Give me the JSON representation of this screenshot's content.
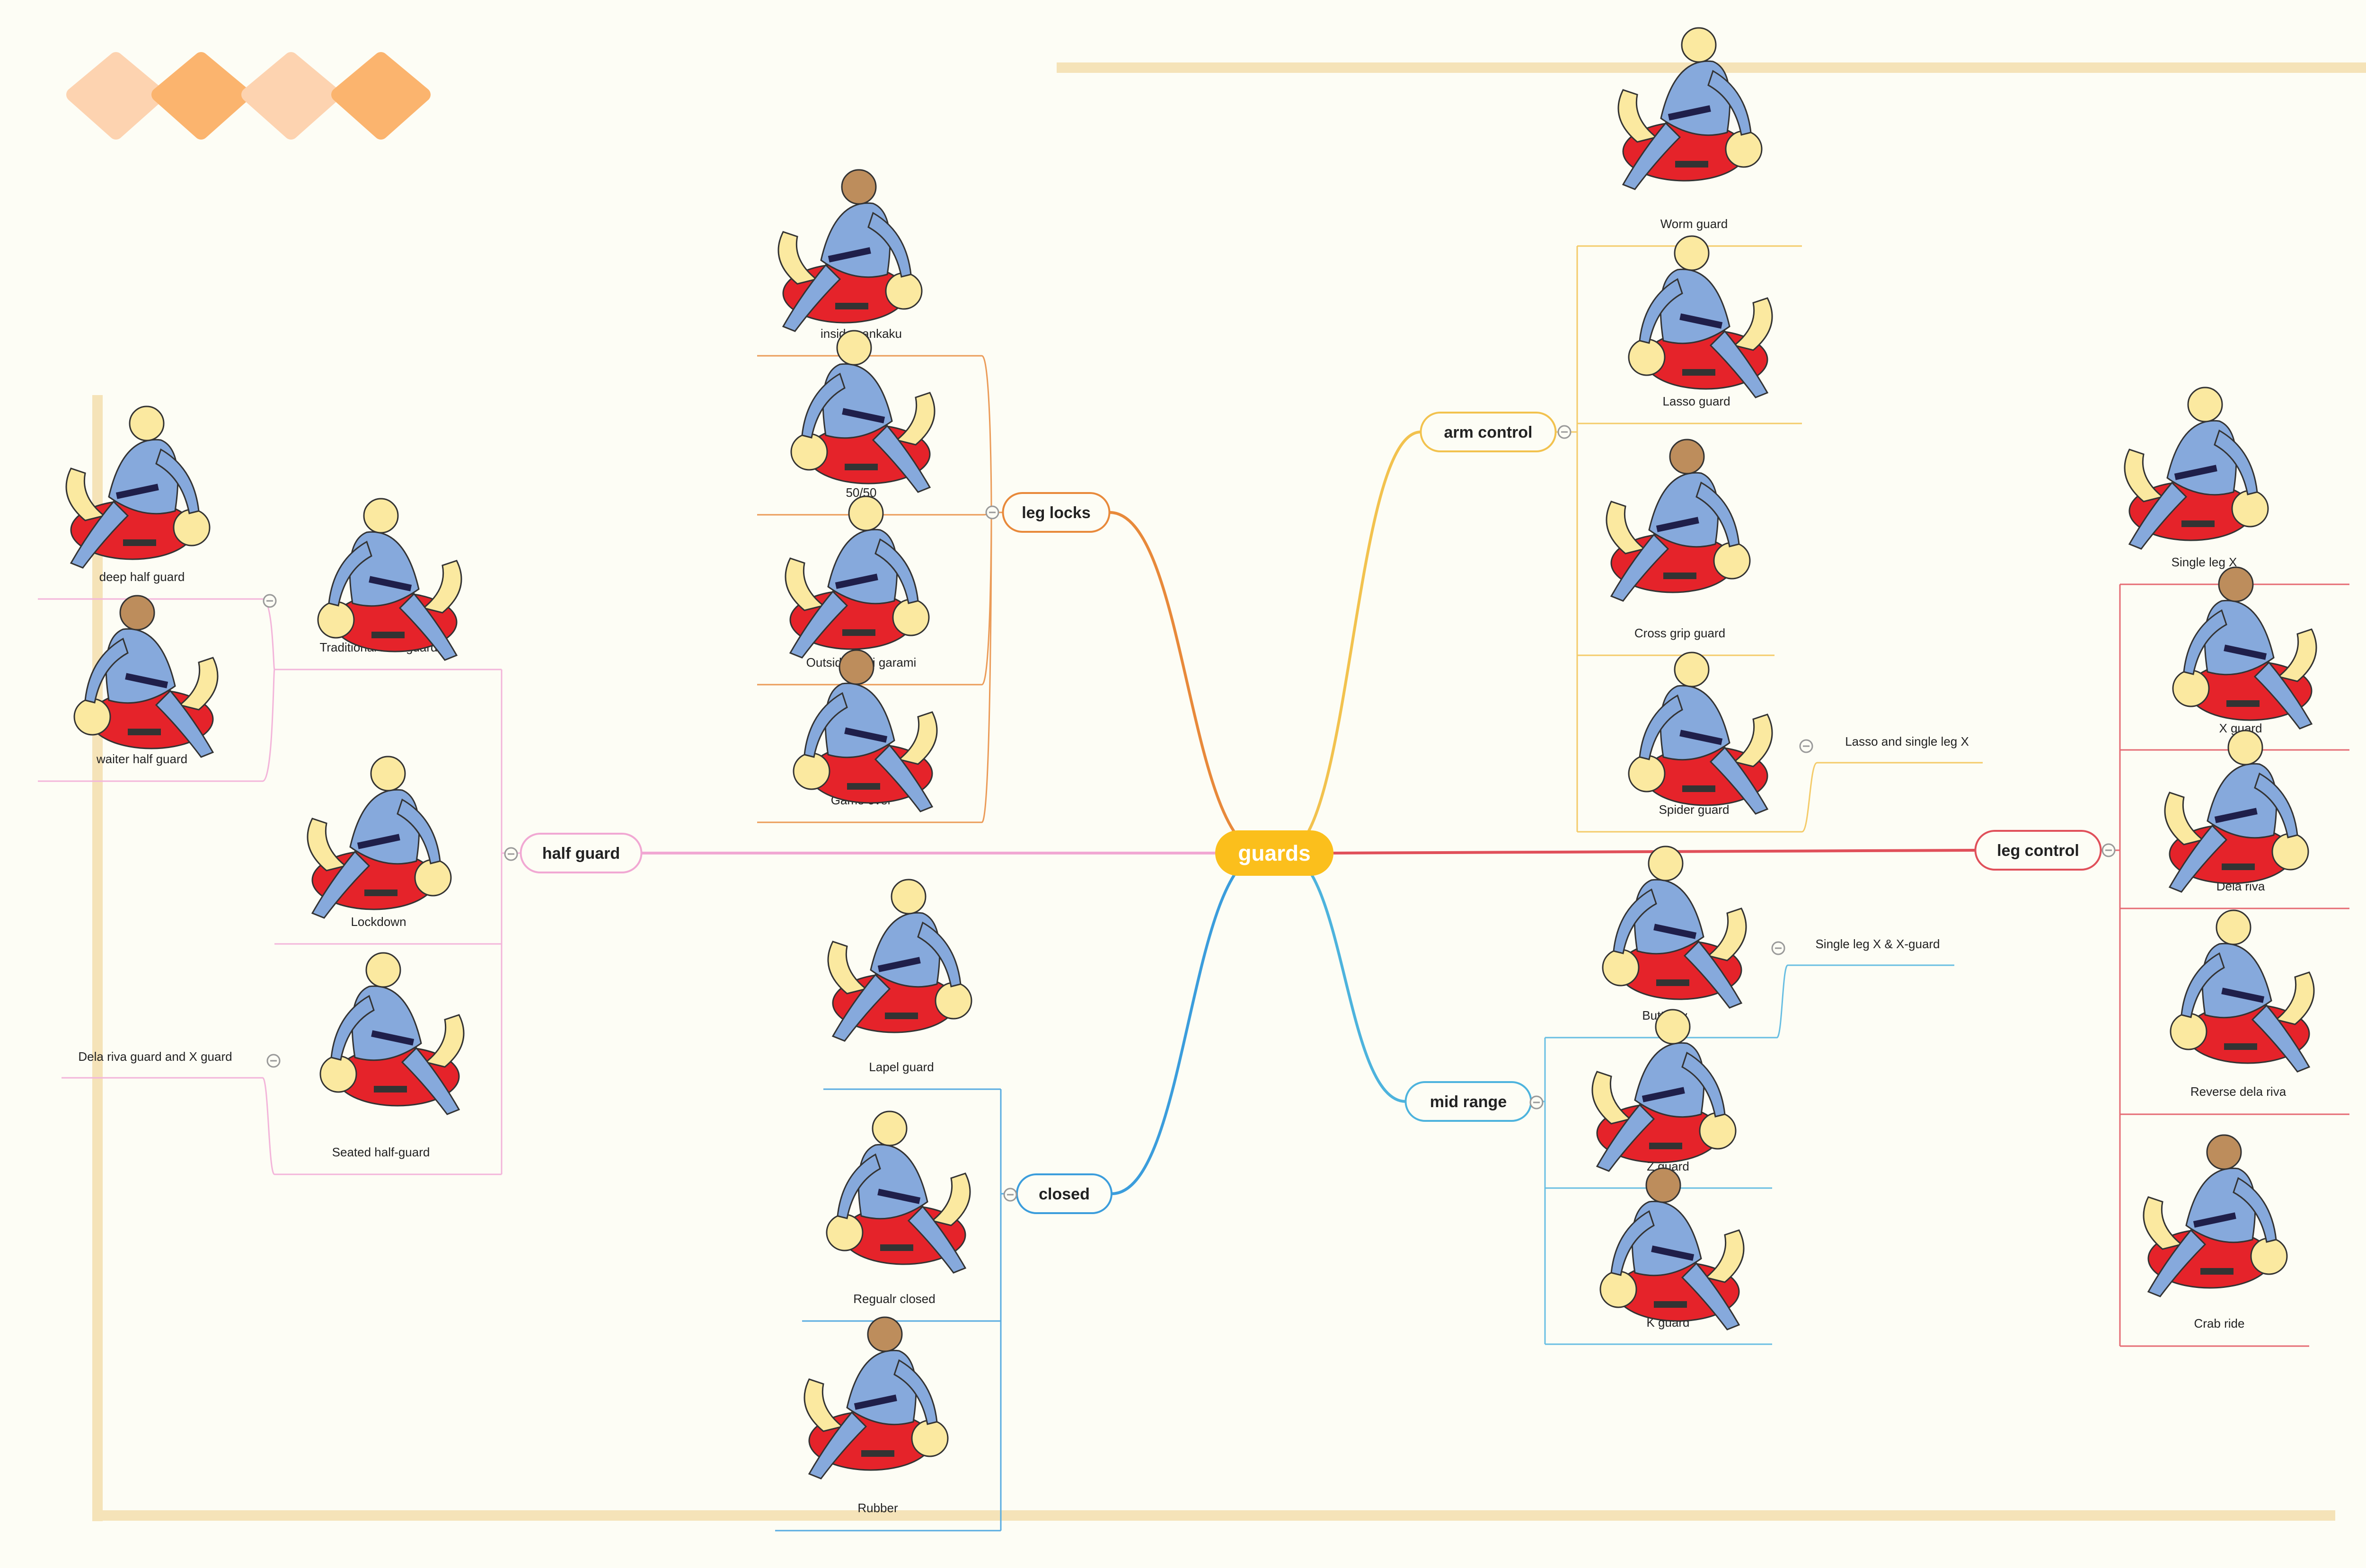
{
  "center": {
    "label": "guards",
    "color": "#fbbf1c"
  },
  "branches": [
    {
      "id": "leg-locks",
      "label": "leg locks",
      "color": "#e8893a",
      "leaves": [
        {
          "label": "inside sankaku"
        },
        {
          "label": "50/50"
        },
        {
          "label": "Outside Ashi garami"
        },
        {
          "label": "Game over"
        }
      ]
    },
    {
      "id": "arm-control",
      "label": "arm control",
      "color": "#f2c24e",
      "leaves": [
        {
          "label": "Worm guard"
        },
        {
          "label": "Lasso guard"
        },
        {
          "label": "Cross grip guard"
        },
        {
          "label": "Spider guard",
          "child": "Lasso and single leg X"
        }
      ]
    },
    {
      "id": "leg-control",
      "label": "leg control",
      "color": "#e0505a",
      "leaves": [
        {
          "label": "Single leg X"
        },
        {
          "label": "X guard"
        },
        {
          "label": "Dela riva"
        },
        {
          "label": "Reverse dela riva"
        },
        {
          "label": "Crab ride"
        }
      ]
    },
    {
      "id": "mid-range",
      "label": "mid range",
      "color": "#4db3dd",
      "leaves": [
        {
          "label": "Butterfly",
          "child": "Single leg X & X-guard"
        },
        {
          "label": "Z guard"
        },
        {
          "label": "K guard"
        }
      ]
    },
    {
      "id": "closed",
      "label": "closed",
      "color": "#3b9ddc",
      "leaves": [
        {
          "label": "Lapel guard"
        },
        {
          "label": "Regualr closed"
        },
        {
          "label": "Rubber"
        }
      ]
    },
    {
      "id": "half-guard",
      "label": "half guard",
      "color": "#f1a8d3",
      "leaves": [
        {
          "label": "Traditional Half-guard",
          "children": [
            "deep half guard",
            "waiter half guard"
          ]
        },
        {
          "label": "Lockdown"
        },
        {
          "label": "Seated half-guard",
          "child": "Dela riva guard and X guard"
        }
      ]
    }
  ],
  "colors": {
    "gi_blue": "#86a9dc",
    "gi_red": "#e5232a",
    "skin_light": "#fbe9a0",
    "skin_dark": "#bd8d5c",
    "belt": "#333333",
    "frame": "#f5e3b8",
    "badge": "#fbb777"
  }
}
